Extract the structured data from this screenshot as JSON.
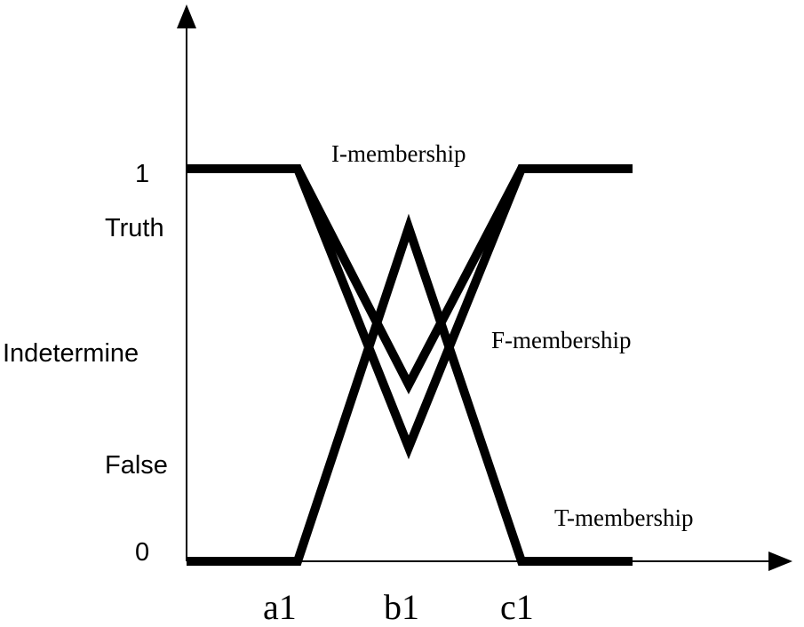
{
  "y_labels": {
    "one": "1",
    "truth": "Truth",
    "indeterminate": "Indetermine",
    "false": "False",
    "zero": "0"
  },
  "x_labels": {
    "a": "a1",
    "b": "b1",
    "c": "c1"
  },
  "curve_labels": {
    "i": "I-membership",
    "f": "F-membership",
    "t": "T-membership"
  },
  "curves": {
    "i_membership": [
      [
        0,
        1
      ],
      [
        1,
        1
      ],
      [
        2,
        0.45
      ],
      [
        3,
        1
      ],
      [
        4,
        1
      ]
    ],
    "f_membership": [
      [
        0,
        1
      ],
      [
        1,
        1
      ],
      [
        2,
        0.29
      ],
      [
        3,
        1
      ],
      [
        4,
        1
      ]
    ],
    "t_membership": [
      [
        0,
        0
      ],
      [
        1,
        0
      ],
      [
        2,
        0.85
      ],
      [
        3,
        0
      ],
      [
        4,
        0
      ]
    ]
  },
  "colors": {
    "ink": "#000000",
    "background": "#ffffff"
  }
}
